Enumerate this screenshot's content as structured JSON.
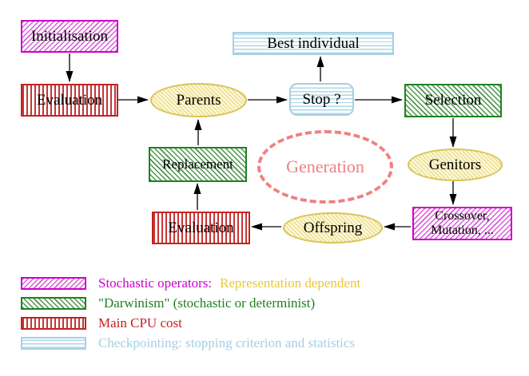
{
  "nodes": {
    "initialisation": "Initialisation",
    "evaluation_top": "Evaluation",
    "parents": "Parents",
    "best_individual": "Best individual",
    "stop": "Stop ?",
    "selection": "Selection",
    "replacement": "Replacement",
    "generation": "Generation",
    "genitors": "Genitors",
    "crossover_line1": "Crossover,",
    "crossover_line2": "Mutation, ...",
    "offspring": "Offspring",
    "evaluation_bottom": "Evaluation"
  },
  "edges": [
    {
      "from": "Initialisation",
      "to": "Evaluation"
    },
    {
      "from": "Evaluation",
      "to": "Parents"
    },
    {
      "from": "Parents",
      "to": "Stop ?"
    },
    {
      "from": "Stop ?",
      "to": "Best individual"
    },
    {
      "from": "Stop ?",
      "to": "Selection"
    },
    {
      "from": "Selection",
      "to": "Genitors"
    },
    {
      "from": "Genitors",
      "to": "Crossover, Mutation, ..."
    },
    {
      "from": "Crossover, Mutation, ...",
      "to": "Offspring"
    },
    {
      "from": "Offspring",
      "to": "Evaluation"
    },
    {
      "from": "Evaluation",
      "to": "Replacement"
    },
    {
      "from": "Replacement",
      "to": "Parents"
    }
  ],
  "legend": {
    "items": [
      {
        "pattern": "magenta-diagonal-hatch",
        "label": "Stochastic operators:",
        "label_secondary": "Representation dependent"
      },
      {
        "pattern": "green-diagonal-hatch",
        "label": "\"Darwinism\" (stochastic or determinist)",
        "label_secondary": ""
      },
      {
        "pattern": "red-vertical-stripes",
        "label": "Main CPU cost",
        "label_secondary": ""
      },
      {
        "pattern": "blue-horizontal-stripes",
        "label": "Checkpointing: stopping criterion and statistics",
        "label_secondary": ""
      }
    ]
  },
  "colors": {
    "magenta": "#cc00cc",
    "magenta_hatch": "#d65cd6",
    "green": "#1e8220",
    "green_hatch": "#4a944a",
    "red": "#c32222",
    "red_stripe": "#c73535",
    "light_blue": "#a5cfe2",
    "blue_stripe": "#add7e6",
    "yellow": "#d9c455",
    "yellow_hatch": "#eadc90",
    "yellow_bg": "#fdf9da",
    "gold_text": "#eac836",
    "salmon": "#f08080",
    "black": "#000000"
  }
}
